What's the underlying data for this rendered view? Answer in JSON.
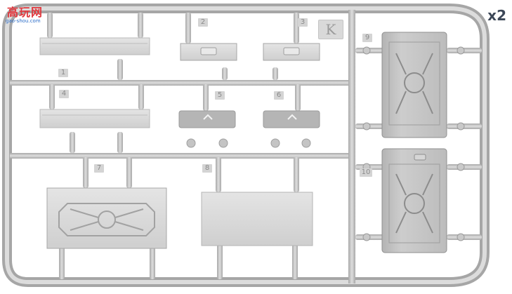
{
  "watermark": {
    "title": "高玩网",
    "url": "gao-shou.com"
  },
  "multiplier": "x2",
  "sprue_letter": "K",
  "part_numbers": [
    {
      "id": "1",
      "label": "1"
    },
    {
      "id": "2",
      "label": "2"
    },
    {
      "id": "3",
      "label": "3"
    },
    {
      "id": "4",
      "label": "4"
    },
    {
      "id": "5",
      "label": "5"
    },
    {
      "id": "6",
      "label": "6"
    },
    {
      "id": "7",
      "label": "7"
    },
    {
      "id": "8",
      "label": "8"
    },
    {
      "id": "9",
      "label": "9"
    },
    {
      "id": "10",
      "label": "10"
    }
  ],
  "colors": {
    "plastic": "#cfcfcf",
    "plastic_dark": "#a9a9a9",
    "plastic_light": "#e2e2e2",
    "background": "#ffffff"
  }
}
